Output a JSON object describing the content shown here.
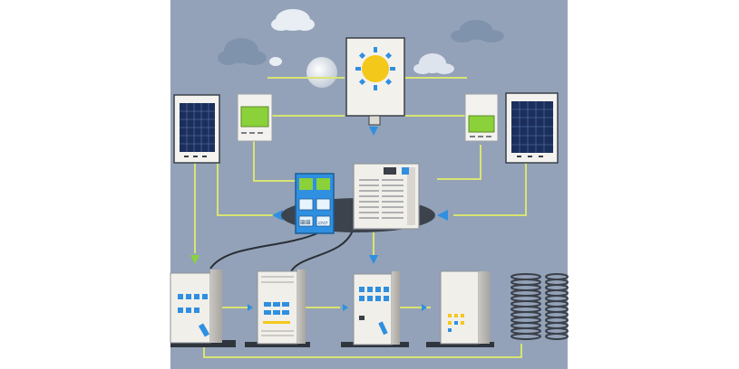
{
  "diagram": {
    "colors": {
      "background": "#93a2b8",
      "wire": "#d8e472",
      "cable": "#2a2f36",
      "panel": "#1c2f5c",
      "cabinet": "#efedea",
      "accent_blue": "#2f8fe0",
      "accent_green": "#8ad13a",
      "sun": "#f3c81b"
    },
    "components": [
      {
        "name": "solar-panel-left",
        "icon": "solar-panel-icon"
      },
      {
        "name": "solar-panel-right",
        "icon": "solar-panel-icon"
      },
      {
        "name": "sun-monitor",
        "icon": "sun-icon"
      },
      {
        "name": "charge-controller-left",
        "icon": "display-icon"
      },
      {
        "name": "charge-controller-right",
        "icon": "display-icon"
      },
      {
        "name": "control-module",
        "icon": "control-panel-icon"
      },
      {
        "name": "central-inverter",
        "icon": "server-icon"
      },
      {
        "name": "battery-cabinet-1",
        "icon": "cabinet-icon"
      },
      {
        "name": "battery-cabinet-2",
        "icon": "cabinet-icon"
      },
      {
        "name": "battery-cabinet-3",
        "icon": "cabinet-icon"
      },
      {
        "name": "battery-cabinet-4",
        "icon": "cabinet-icon"
      },
      {
        "name": "coil-left",
        "icon": "coil-icon"
      },
      {
        "name": "coil-right",
        "icon": "coil-icon"
      }
    ],
    "inverter_text": {
      "tag_left": "▬",
      "tag_right": "▌"
    },
    "control_module_text": {
      "row3_left": "⊞⊞",
      "row3_right": "▱▱"
    }
  }
}
